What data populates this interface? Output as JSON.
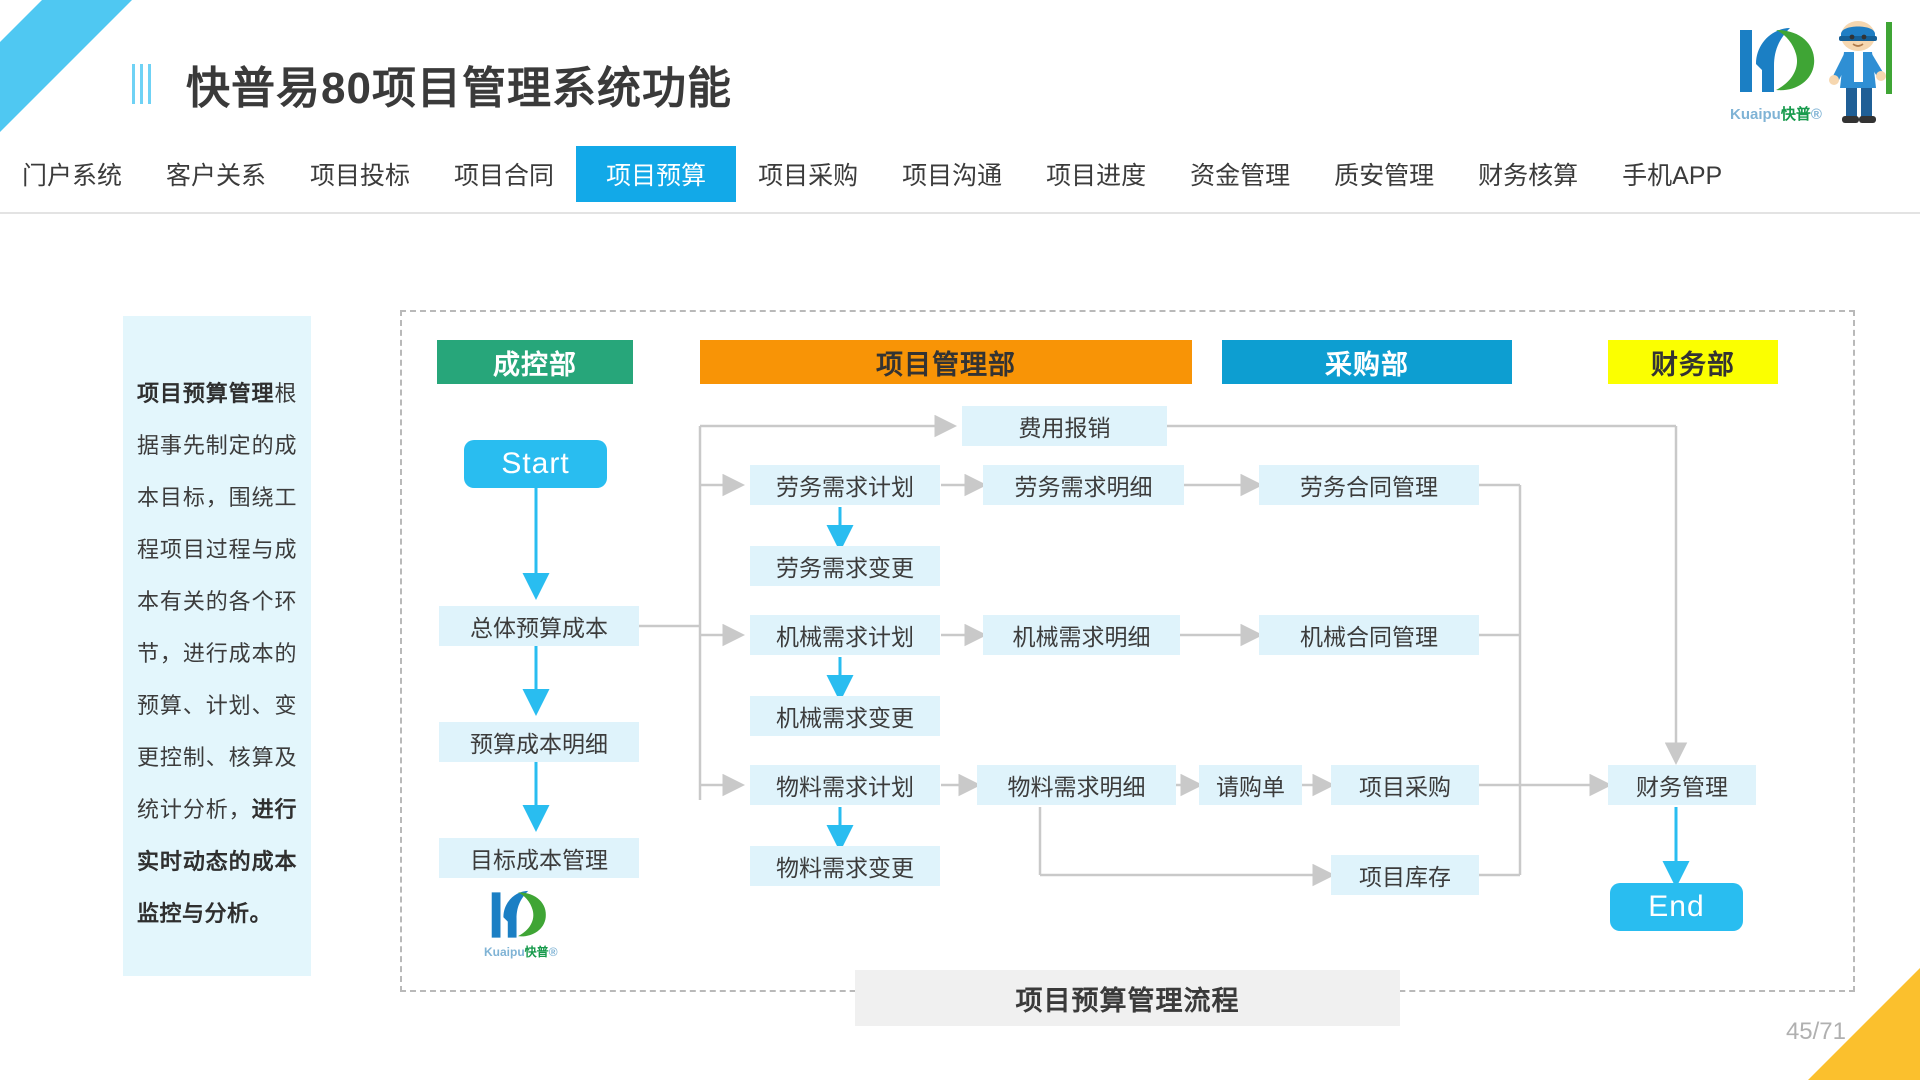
{
  "header": {
    "title": "快普易80项目管理系统功能",
    "accent_color": "#4fc8f2",
    "brand": {
      "latin": "Kuaipu",
      "cjk": "快普"
    }
  },
  "nav": {
    "items": [
      {
        "label": "门户系统",
        "active": false
      },
      {
        "label": "客户关系",
        "active": false
      },
      {
        "label": "项目投标",
        "active": false
      },
      {
        "label": "项目合同",
        "active": false
      },
      {
        "label": "项目预算",
        "active": true
      },
      {
        "label": "项目采购",
        "active": false
      },
      {
        "label": "项目沟通",
        "active": false
      },
      {
        "label": "项目进度",
        "active": false
      },
      {
        "label": "资金管理",
        "active": false
      },
      {
        "label": "质安管理",
        "active": false
      },
      {
        "label": "财务核算",
        "active": false
      },
      {
        "label": "手机APP",
        "active": false
      }
    ],
    "active_color": "#12a9e8"
  },
  "description": {
    "lead": "项目预算管理",
    "body": "根据事先制定的成本目标，围绕工程项目过程与成本有关的各个环节，进行成本的预算、计划、变更控制、核算及统计分析，",
    "tail": "进行实时动态的成本监控与分析。",
    "panel_color": "#e3f6fc"
  },
  "flowchart": {
    "caption": "项目预算管理流程",
    "departments": [
      {
        "label": "成控部",
        "color": "#27a67a"
      },
      {
        "label": "项目管理部",
        "color": "#f89406"
      },
      {
        "label": "采购部",
        "color": "#0d9ed1"
      },
      {
        "label": "财务部",
        "color": "#fbff00"
      }
    ],
    "terminals": {
      "start": "Start",
      "end": "End"
    },
    "nodes": [
      "总体预算成本",
      "预算成本明细",
      "目标成本管理",
      "费用报销",
      "劳务需求计划",
      "劳务需求明细",
      "劳务需求变更",
      "劳务合同管理",
      "机械需求计划",
      "机械需求明细",
      "机械需求变更",
      "机械合同管理",
      "物料需求计划",
      "物料需求明细",
      "物料需求变更",
      "请购单",
      "项目采购",
      "项目库存",
      "财务管理"
    ],
    "node_color": "#dff3fb",
    "terminal_color": "#29bdf0",
    "arrow_accent": "#29bdf0",
    "arrow_gray": "#c9c9c9"
  },
  "footer": {
    "page_number": "45/71"
  }
}
